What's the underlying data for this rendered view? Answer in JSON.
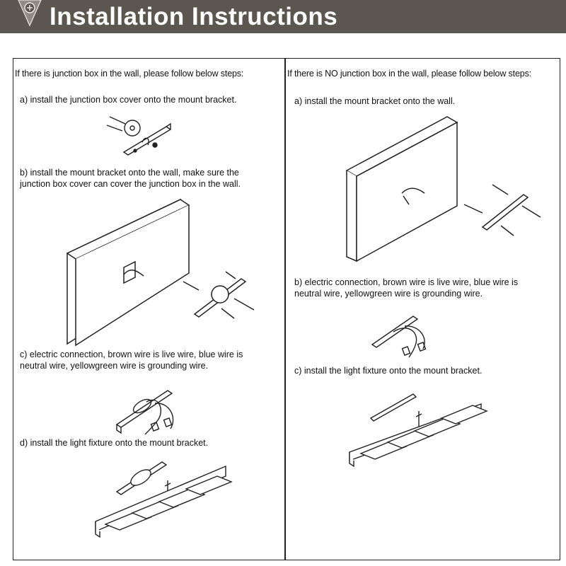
{
  "header": {
    "title": "Installation Instructions",
    "icon": "pin-icon"
  },
  "left_panel": {
    "heading": "If there is junction box in the wall, please follow below steps:",
    "steps": [
      {
        "line1": "a) install the junction box cover onto the mount bracket.",
        "line2": ""
      },
      {
        "line1": "b) install the mount bracket onto the wall, make sure the",
        "line2": "junction box cover can cover the junction box in the wall."
      },
      {
        "line1": "c) electric connection, brown wire is live wire, blue wire is",
        "line2": "neutral wire, yellowgreen wire is grounding wire."
      },
      {
        "line1": "d) install the light fixture onto the mount bracket.",
        "line2": ""
      }
    ]
  },
  "right_panel": {
    "heading": "If there is NO junction box in the wall, please follow below steps:",
    "steps": [
      {
        "line1": "a) install the mount bracket onto the wall.",
        "line2": ""
      },
      {
        "line1": "b) electric connection, brown wire is live wire, blue wire is",
        "line2": "neutral wire, yellowgreen wire is grounding wire."
      },
      {
        "line1": "c) install the light fixture onto the mount bracket.",
        "line2": ""
      }
    ]
  },
  "colors": {
    "header_bg": "#5c5650",
    "header_text": "#ffffff",
    "line": "#222222"
  }
}
